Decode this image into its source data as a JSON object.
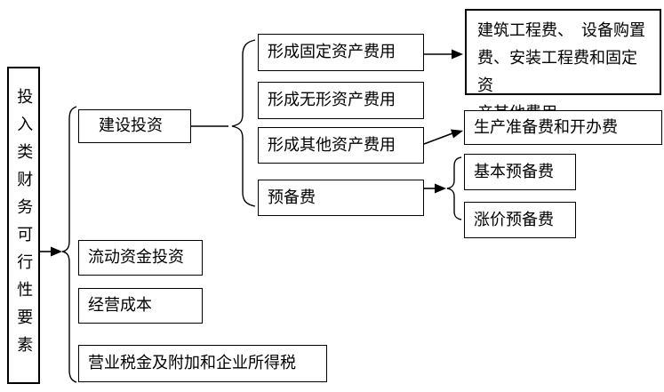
{
  "diagram": {
    "background": "#ffffff",
    "border_color": "#000000",
    "text_color": "#000000",
    "root": {
      "label": "投入类财务可行性要素"
    },
    "level1": [
      {
        "label": "建设投资"
      },
      {
        "label": "流动资金投资"
      },
      {
        "label": "经营成本"
      },
      {
        "label": "营业税金及附加和企业所得税"
      }
    ],
    "level2": [
      {
        "label": "形成固定资产费用"
      },
      {
        "label": "形成无形资产费用"
      },
      {
        "label": "形成其他资产费用"
      },
      {
        "label": "预备费"
      }
    ],
    "level3": [
      {
        "label": "建筑工程费、　设备购置\n费、安装工程费和固定资\n产其他费用"
      },
      {
        "label": "生产准备费和开办费"
      },
      {
        "label": "基本预备费"
      },
      {
        "label": "涨价预备费"
      }
    ]
  }
}
